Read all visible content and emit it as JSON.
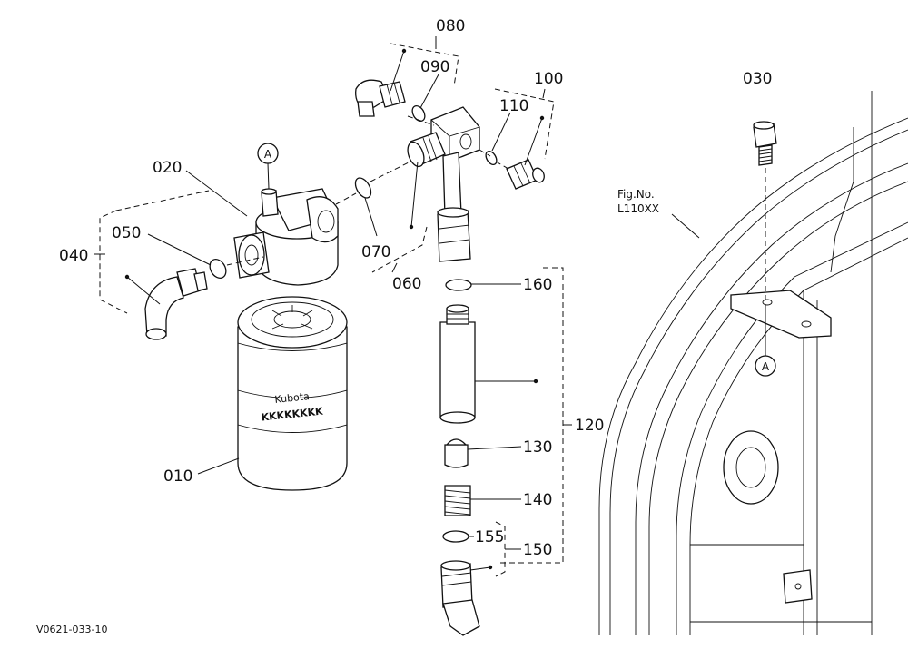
{
  "parts": {
    "p010": "010",
    "p020": "020",
    "p030": "030",
    "p040": "040",
    "p050": "050",
    "p060": "060",
    "p070": "070",
    "p080": "080",
    "p090": "090",
    "p100": "100",
    "p110": "110",
    "p120": "120",
    "p130": "130",
    "p140": "140",
    "p150": "150",
    "p155": "155",
    "p160": "160"
  },
  "markers": {
    "a1": "A",
    "a2": "A"
  },
  "figref": {
    "line1": "Fig.No.",
    "line2": "L110XX"
  },
  "filter_brand": {
    "logo": "Kubota",
    "band": "KKKKKKKK"
  },
  "drawing_code": "V0621-033-10"
}
